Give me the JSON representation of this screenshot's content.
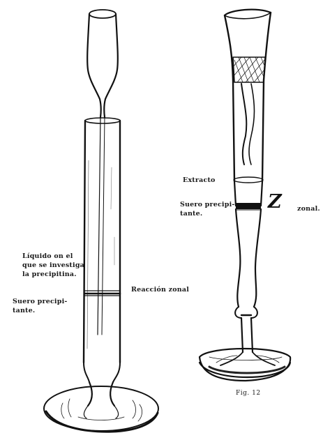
{
  "left_apparatus": {
    "label_liquid": [
      "Líquido on el",
      "que se investiga",
      "la precipitina."
    ],
    "label_serum": [
      "Suero precipi-",
      "tante."
    ],
    "label_reaction": "Reacción zonal"
  },
  "right_apparatus": {
    "label_extract": "Extracto",
    "label_serum": [
      "Suero precipi-",
      "tante."
    ],
    "zone_mark": "Z",
    "zone_label": "zonal."
  },
  "caption": "Fig. 12"
}
